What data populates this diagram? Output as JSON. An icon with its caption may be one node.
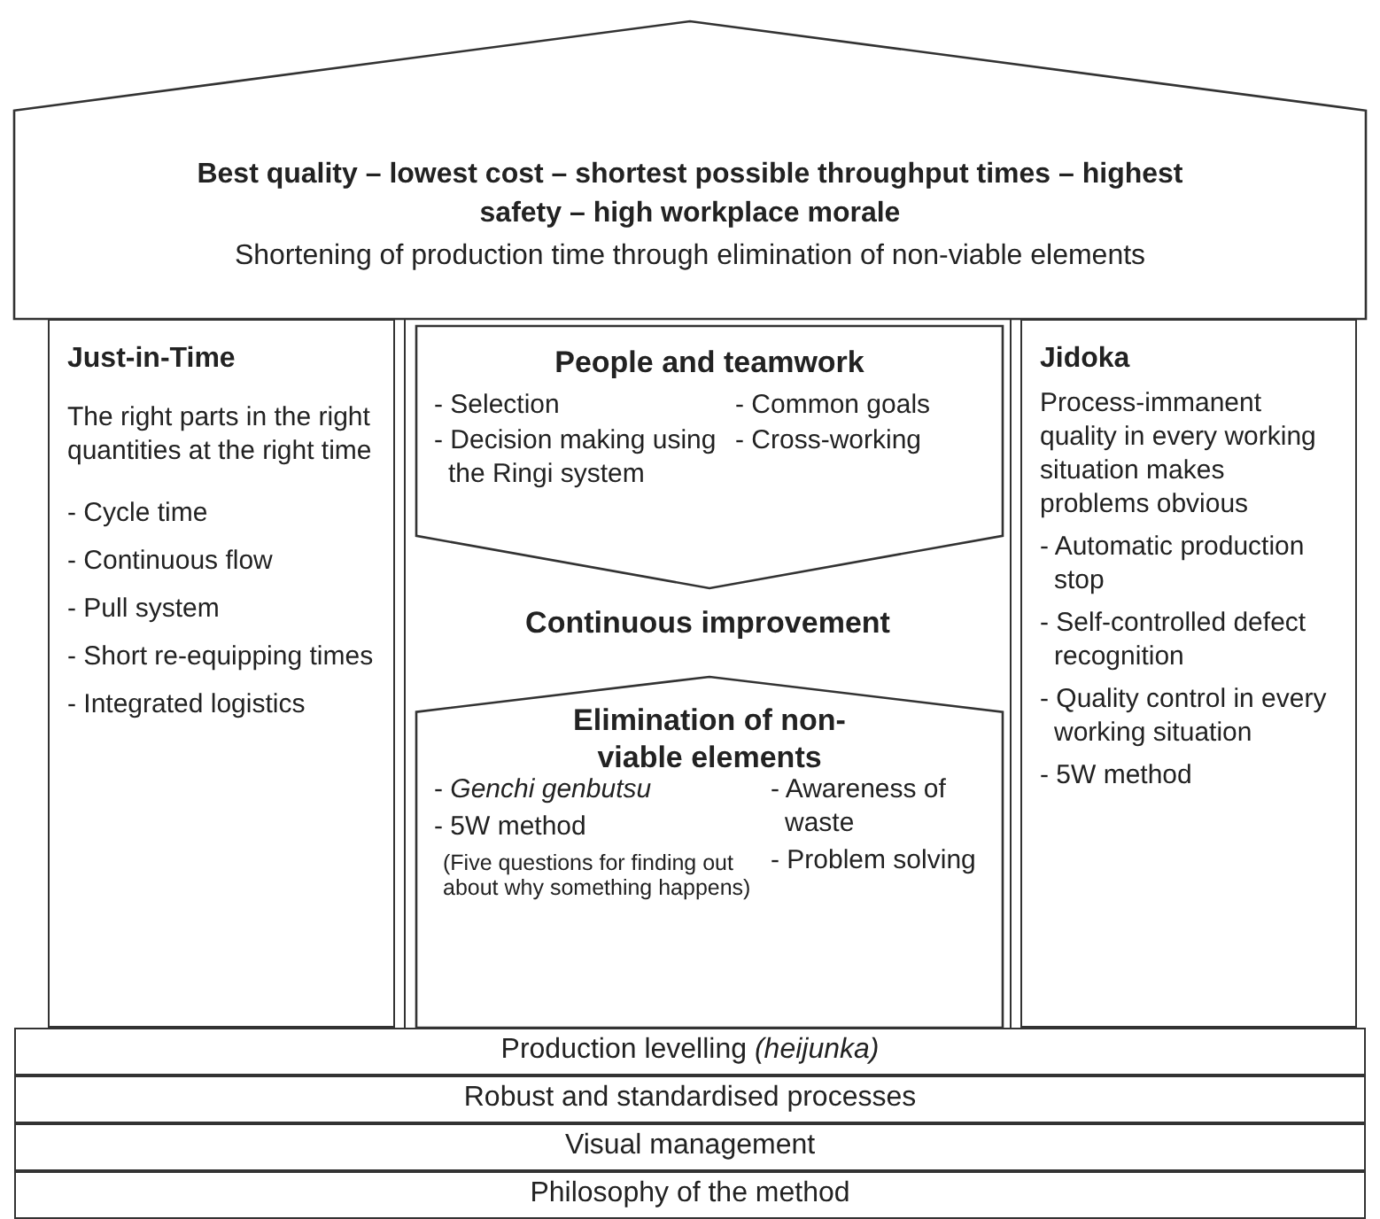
{
  "diagram": {
    "nodes": [
      {
        "text": [
          "Best quality – lowest cost – shortest possible throughput times – highest safety – high workplace morale",
          "Shortening of production time through elimination of non-viable elements"
        ]
      },
      {
        "text": [
          "Just-in-Time",
          "The right parts in the right quantities at the right time",
          "- Cycle time",
          "- Continuous flow",
          "- Pull system",
          "- Short re-equipping times",
          "- Integrated logistics"
        ]
      },
      {
        "text": [
          "Continuous improvement"
        ]
      },
      {
        "text": [
          "People and teamwork",
          "- Selection",
          "- Decision making using the Ringi system",
          "- Common goals",
          "- Cross-working"
        ],
        "in": 2
      },
      {
        "text": [
          "Elimination of non-viable elements",
          "- *Genchi genbutsu*",
          "- 5W method",
          "(Five questions for finding out about why something happens)",
          "- Awareness of waste",
          "- Problem solving"
        ],
        "in": 2
      },
      {
        "text": [
          "Jidoka",
          "Process-immanent quality in every working situation makes problems obvious",
          "- Automatic production stop",
          "- Self-controlled defect recognition",
          "- Quality control in every working situation",
          "- 5W method"
        ]
      },
      {
        "text": [
          "Production levelling *(heijunka)*"
        ]
      },
      {
        "text": [
          "Robust and standardised processes"
        ]
      },
      {
        "text": [
          "Visual management"
        ]
      },
      {
        "text": [
          "Philosophy of the method"
        ]
      }
    ]
  }
}
